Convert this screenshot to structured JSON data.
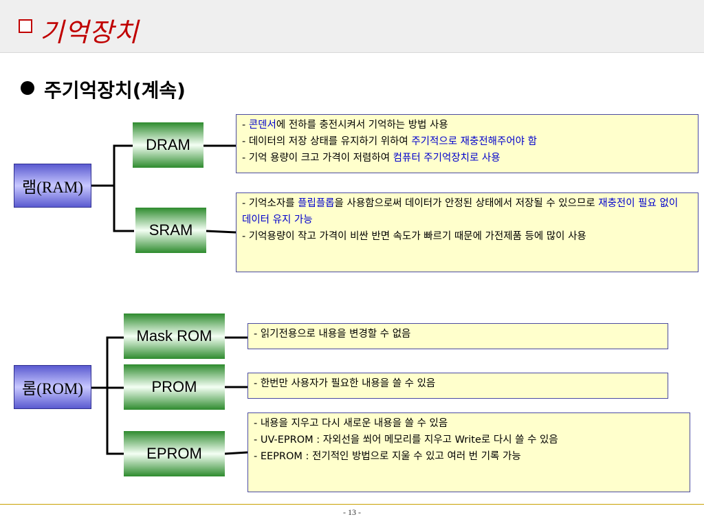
{
  "header": {
    "title": "기억장치"
  },
  "heading": "주기억장치(계속)",
  "ram": {
    "label": "램(RAM)",
    "dram": {
      "label": "DRAM",
      "desc": {
        "l1": {
          "pre": "- ",
          "hl": "콘덴서",
          "post": "에 전하를 충전시켜서 기억하는 방법 사용"
        },
        "l2": {
          "pre": "- 데이터의 저장 상태를 유지하기 위하여 ",
          "hl": "주기적으로 재충전해주어야 함"
        },
        "l3": {
          "pre": "- 기억 용량이 크고 가격이 저렴하여 ",
          "hl": "컴퓨터 주기억장치로 사용"
        }
      }
    },
    "sram": {
      "label": "SRAM",
      "desc": {
        "l1": {
          "pre": "- 기억소자를 ",
          "hl": "플립플롭",
          "post": "을 사용함으로써 데이터가 안정된 상태에서 저장될 수 있으므로 ",
          "hl2": "재충전이 필요 없이 데이터 유지 가능"
        },
        "l2": "- 기억용량이 작고 가격이 비싼 반면 속도가 빠르기 때문에 가전제품 등에 많이 사용"
      }
    }
  },
  "rom": {
    "label": "롬(ROM)",
    "mask": {
      "label": "Mask ROM",
      "desc": "- 읽기전용으로 내용을 변경할 수 없음"
    },
    "prom": {
      "label": "PROM",
      "desc": "- 한번만 사용자가 필요한 내용을 쓸 수 있음"
    },
    "eprom": {
      "label": "EPROM",
      "desc": {
        "l1": "- 내용을 지우고 다시 새로운 내용을 쓸 수 있음",
        "l2": "- UV-EPROM : 자외선을 쐬어 메모리를 지우고 Write로 다시 쓸 수 있음",
        "l3": "- EEPROM : 전기적인 방법으로 지울 수 있고 여러 번 기록 가능"
      }
    }
  },
  "footer": {
    "page": "- 13 -"
  },
  "colors": {
    "title": "#c00000",
    "highlight": "#0000cc",
    "desc_bg": "#ffffcc"
  }
}
